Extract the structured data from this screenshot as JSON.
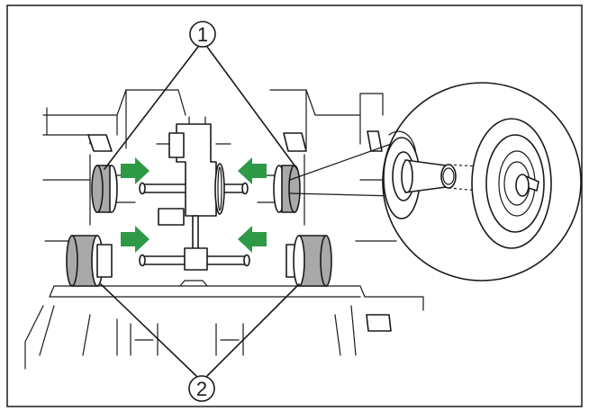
{
  "callouts": [
    {
      "id": "1",
      "label": "1"
    },
    {
      "id": "2",
      "label": "2"
    }
  ],
  "colors": {
    "arrow": "#2e9a47",
    "roller_tire": "#a9a9a9",
    "line": "#1a1a1a",
    "background": "#ffffff"
  },
  "arrow_directions": [
    "right",
    "left",
    "right",
    "left"
  ]
}
